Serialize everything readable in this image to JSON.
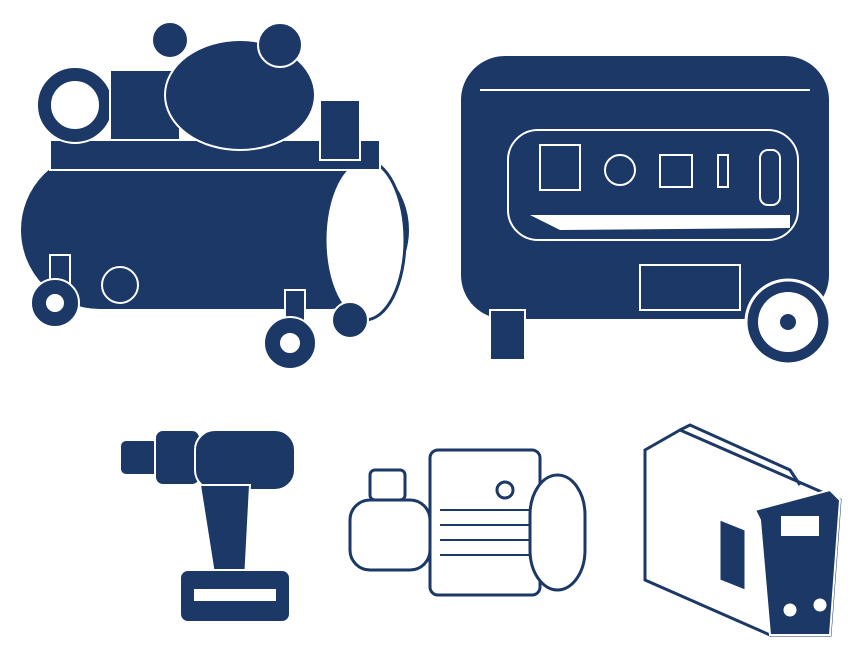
{
  "colors": {
    "navy": "#1b3866",
    "background": "#ffffff",
    "line": "#ffffff"
  },
  "items": [
    {
      "name": "air-compressor"
    },
    {
      "name": "power-generator"
    },
    {
      "name": "cordless-drill"
    },
    {
      "name": "water-pump"
    },
    {
      "name": "welding-inverter"
    }
  ]
}
